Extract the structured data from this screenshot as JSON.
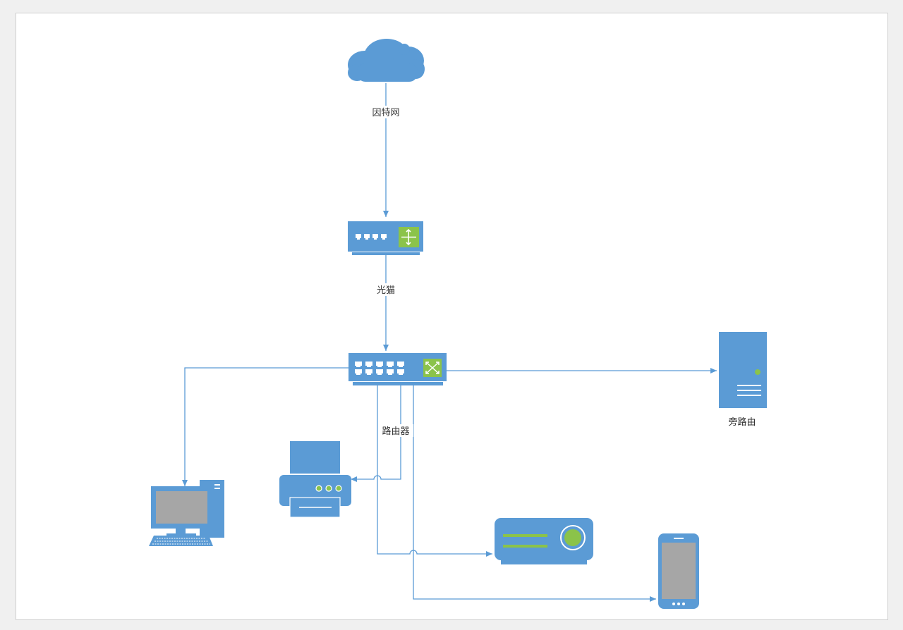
{
  "colors": {
    "device": "#5b9bd5",
    "device_dark": "#4a89c4",
    "screen": "#a6a6a6",
    "accent_green": "#8bc34a",
    "line": "#5b9bd5",
    "page_bg": "#ffffff",
    "canvas_bg": "#f0f0f0"
  },
  "nodes": {
    "internet": {
      "label": "因特网",
      "icon": "cloud-icon"
    },
    "modem": {
      "label": "光猫",
      "icon": "modem-icon"
    },
    "router": {
      "label": "路由器",
      "icon": "switch-icon"
    },
    "bypass_router": {
      "label": "旁路由",
      "icon": "server-icon"
    },
    "desktop": {
      "label": "",
      "icon": "desktop-computer-icon"
    },
    "printer": {
      "label": "",
      "icon": "printer-icon"
    },
    "projector": {
      "label": "",
      "icon": "projector-icon"
    },
    "phone": {
      "label": "",
      "icon": "smartphone-icon"
    }
  },
  "edges": [
    {
      "from": "internet",
      "to": "modem"
    },
    {
      "from": "modem",
      "to": "router"
    },
    {
      "from": "router",
      "to": "bypass_router"
    },
    {
      "from": "router",
      "to": "desktop"
    },
    {
      "from": "router",
      "to": "printer"
    },
    {
      "from": "router",
      "to": "projector"
    },
    {
      "from": "router",
      "to": "phone"
    }
  ]
}
